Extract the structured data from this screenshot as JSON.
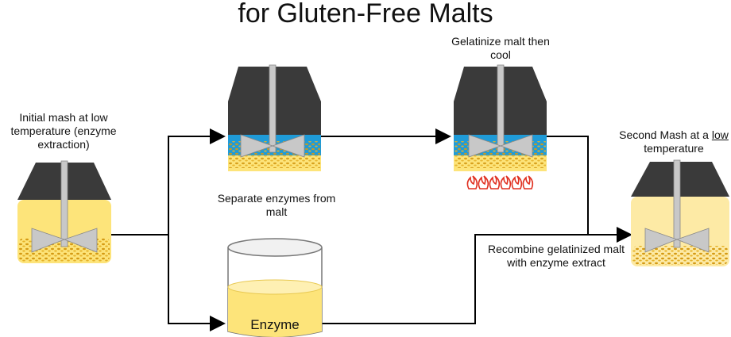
{
  "title": "for Gluten-Free Malts",
  "labels": {
    "initial_mash": "Initial mash at low temperature (enzyme extraction)",
    "gelatinize": "Gelatinize malt then cool",
    "separate": "Separate enzymes from malt",
    "recombine": "Recombine gelatinized malt with enzyme extract",
    "second_mash_pre": "Second Mash at a",
    "second_mash_underlined": "low",
    "second_mash_post": "temperature",
    "enzyme_beaker": "Enzyme"
  },
  "colors": {
    "lid": "#3a3a3a",
    "shaft": "#c8c8c8",
    "liquid": "#fde47a",
    "liquid_light": "#fdeaa5",
    "water": "#1f9bd8",
    "grain": "#d8a21a",
    "flame": "#e03020"
  }
}
